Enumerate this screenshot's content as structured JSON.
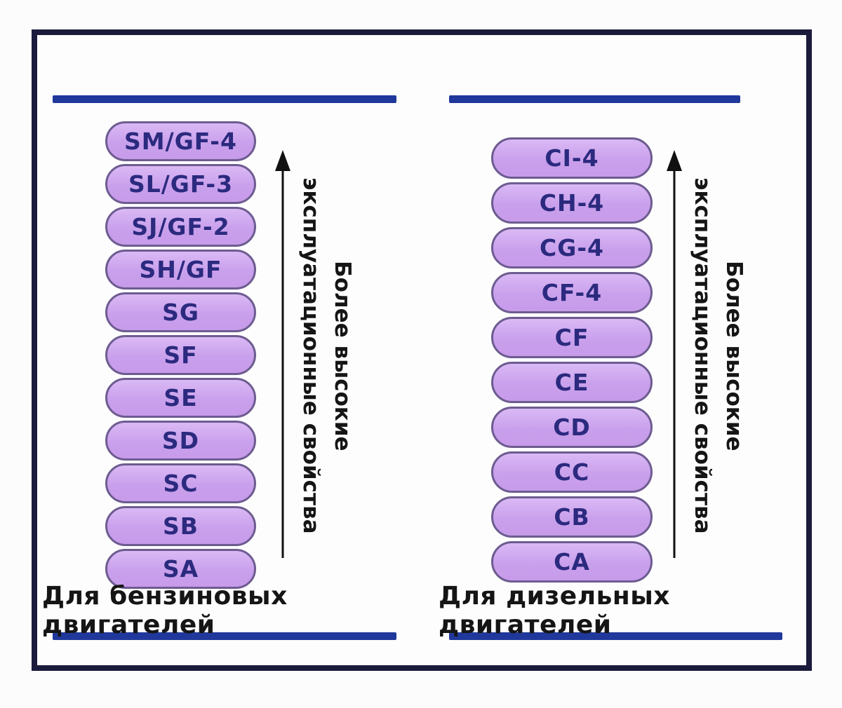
{
  "gasoline_column": {
    "caption": "Для бензиновых двигателей",
    "pills": [
      "SM/GF-4",
      "SL/GF-3",
      "SJ/GF-2",
      "SH/GF",
      "SG",
      "SF",
      "SE",
      "SD",
      "SC",
      "SB",
      "SA"
    ],
    "arrow_label_line1": "Более высокие",
    "arrow_label_line2": "эксплуатационные свойства"
  },
  "diesel_column": {
    "caption": "Для дизельных двигателей",
    "pills": [
      "CI-4",
      "CH-4",
      "CG-4",
      "CF-4",
      "CF",
      "CE",
      "CD",
      "CC",
      "CB",
      "CA"
    ],
    "arrow_label_line1": "Более высокие",
    "arrow_label_line2": "эксплуатационные свойства"
  },
  "colors": {
    "pill_fill": "#c9a0ec",
    "pill_border": "#6d5c90",
    "pill_text": "#2b2a7e",
    "accent_blue": "#20389b",
    "frame_border": "#1b1b3c",
    "arrow_black": "#111111",
    "caption_text": "#151515"
  }
}
